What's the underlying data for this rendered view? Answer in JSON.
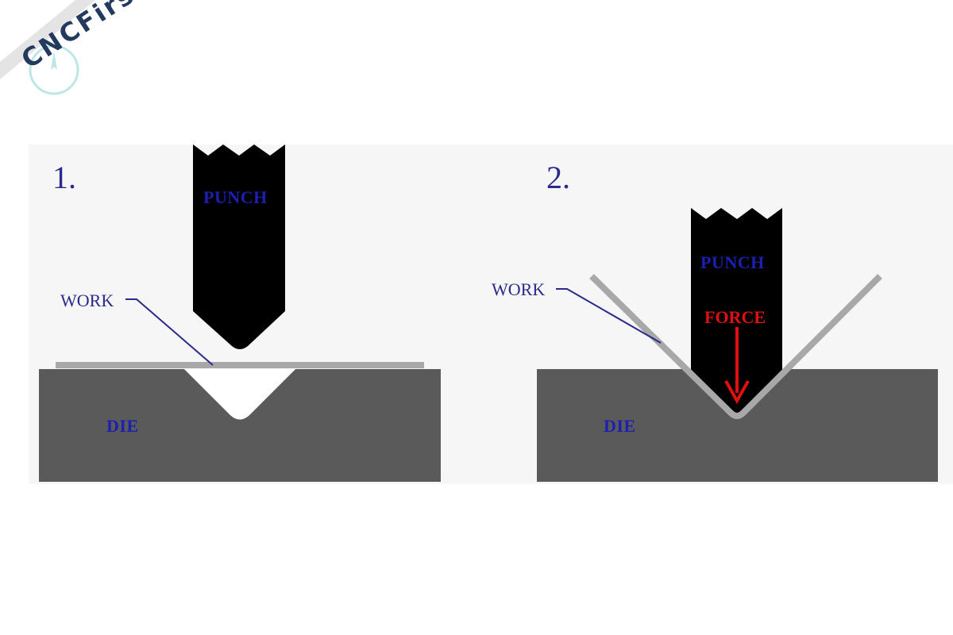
{
  "watermark": {
    "text": "CNCFirst"
  },
  "panels": [
    {
      "step": "1.",
      "punch_label": "PUNCH",
      "work_label": "WORK",
      "die_label": "DIE"
    },
    {
      "step": "2.",
      "punch_label": "PUNCH",
      "work_label": "WORK",
      "die_label": "DIE",
      "force_label": "FORCE"
    }
  ],
  "colors": {
    "punch": "#000000",
    "die": "#5a5a5a",
    "work": "#a8a8a8",
    "force_arrow": "#e01010",
    "label_blue": "#1c1fb0"
  }
}
